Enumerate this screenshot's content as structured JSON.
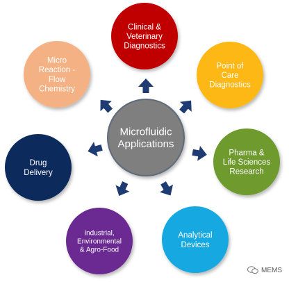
{
  "diagram": {
    "center": {
      "label_lines": [
        "Microfluidic",
        "Applications"
      ],
      "color": "#7f7f7f",
      "border": "#5e6b7a"
    },
    "nodes": [
      {
        "id": "clinical-veterinary-diagnostics",
        "label_lines": [
          "Clinical &",
          "Veterinary",
          "Diagnostics"
        ],
        "color": "#c00000"
      },
      {
        "id": "point-of-care-diagnostics",
        "label_lines": [
          "Point of",
          "Care",
          "Diagnostics"
        ],
        "color": "#fdb813"
      },
      {
        "id": "pharma-life-sciences-research",
        "label_lines": [
          "Pharma &",
          "Life Sciences",
          "Research"
        ],
        "color": "#6e9a2e"
      },
      {
        "id": "analytical-devices",
        "label_lines": [
          "Analytical",
          "Devices"
        ],
        "color": "#12a8e0"
      },
      {
        "id": "industrial-environmental-agro-food",
        "label_lines": [
          "Industrial,",
          "Environmental",
          "& Agro-Food"
        ],
        "color": "#6b2c91"
      },
      {
        "id": "drug-delivery",
        "label_lines": [
          "Drug",
          "Delivery"
        ],
        "color": "#0f2b5b"
      },
      {
        "id": "micro-reaction-flow-chemistry",
        "label_lines": [
          "Micro",
          "Reaction -",
          "Flow",
          "Chemistry"
        ],
        "color": "#f4b183"
      }
    ],
    "arrow_color": "#1f3b73"
  },
  "watermark": {
    "text": "MEMS",
    "icon": "chat-bubble-icon"
  }
}
